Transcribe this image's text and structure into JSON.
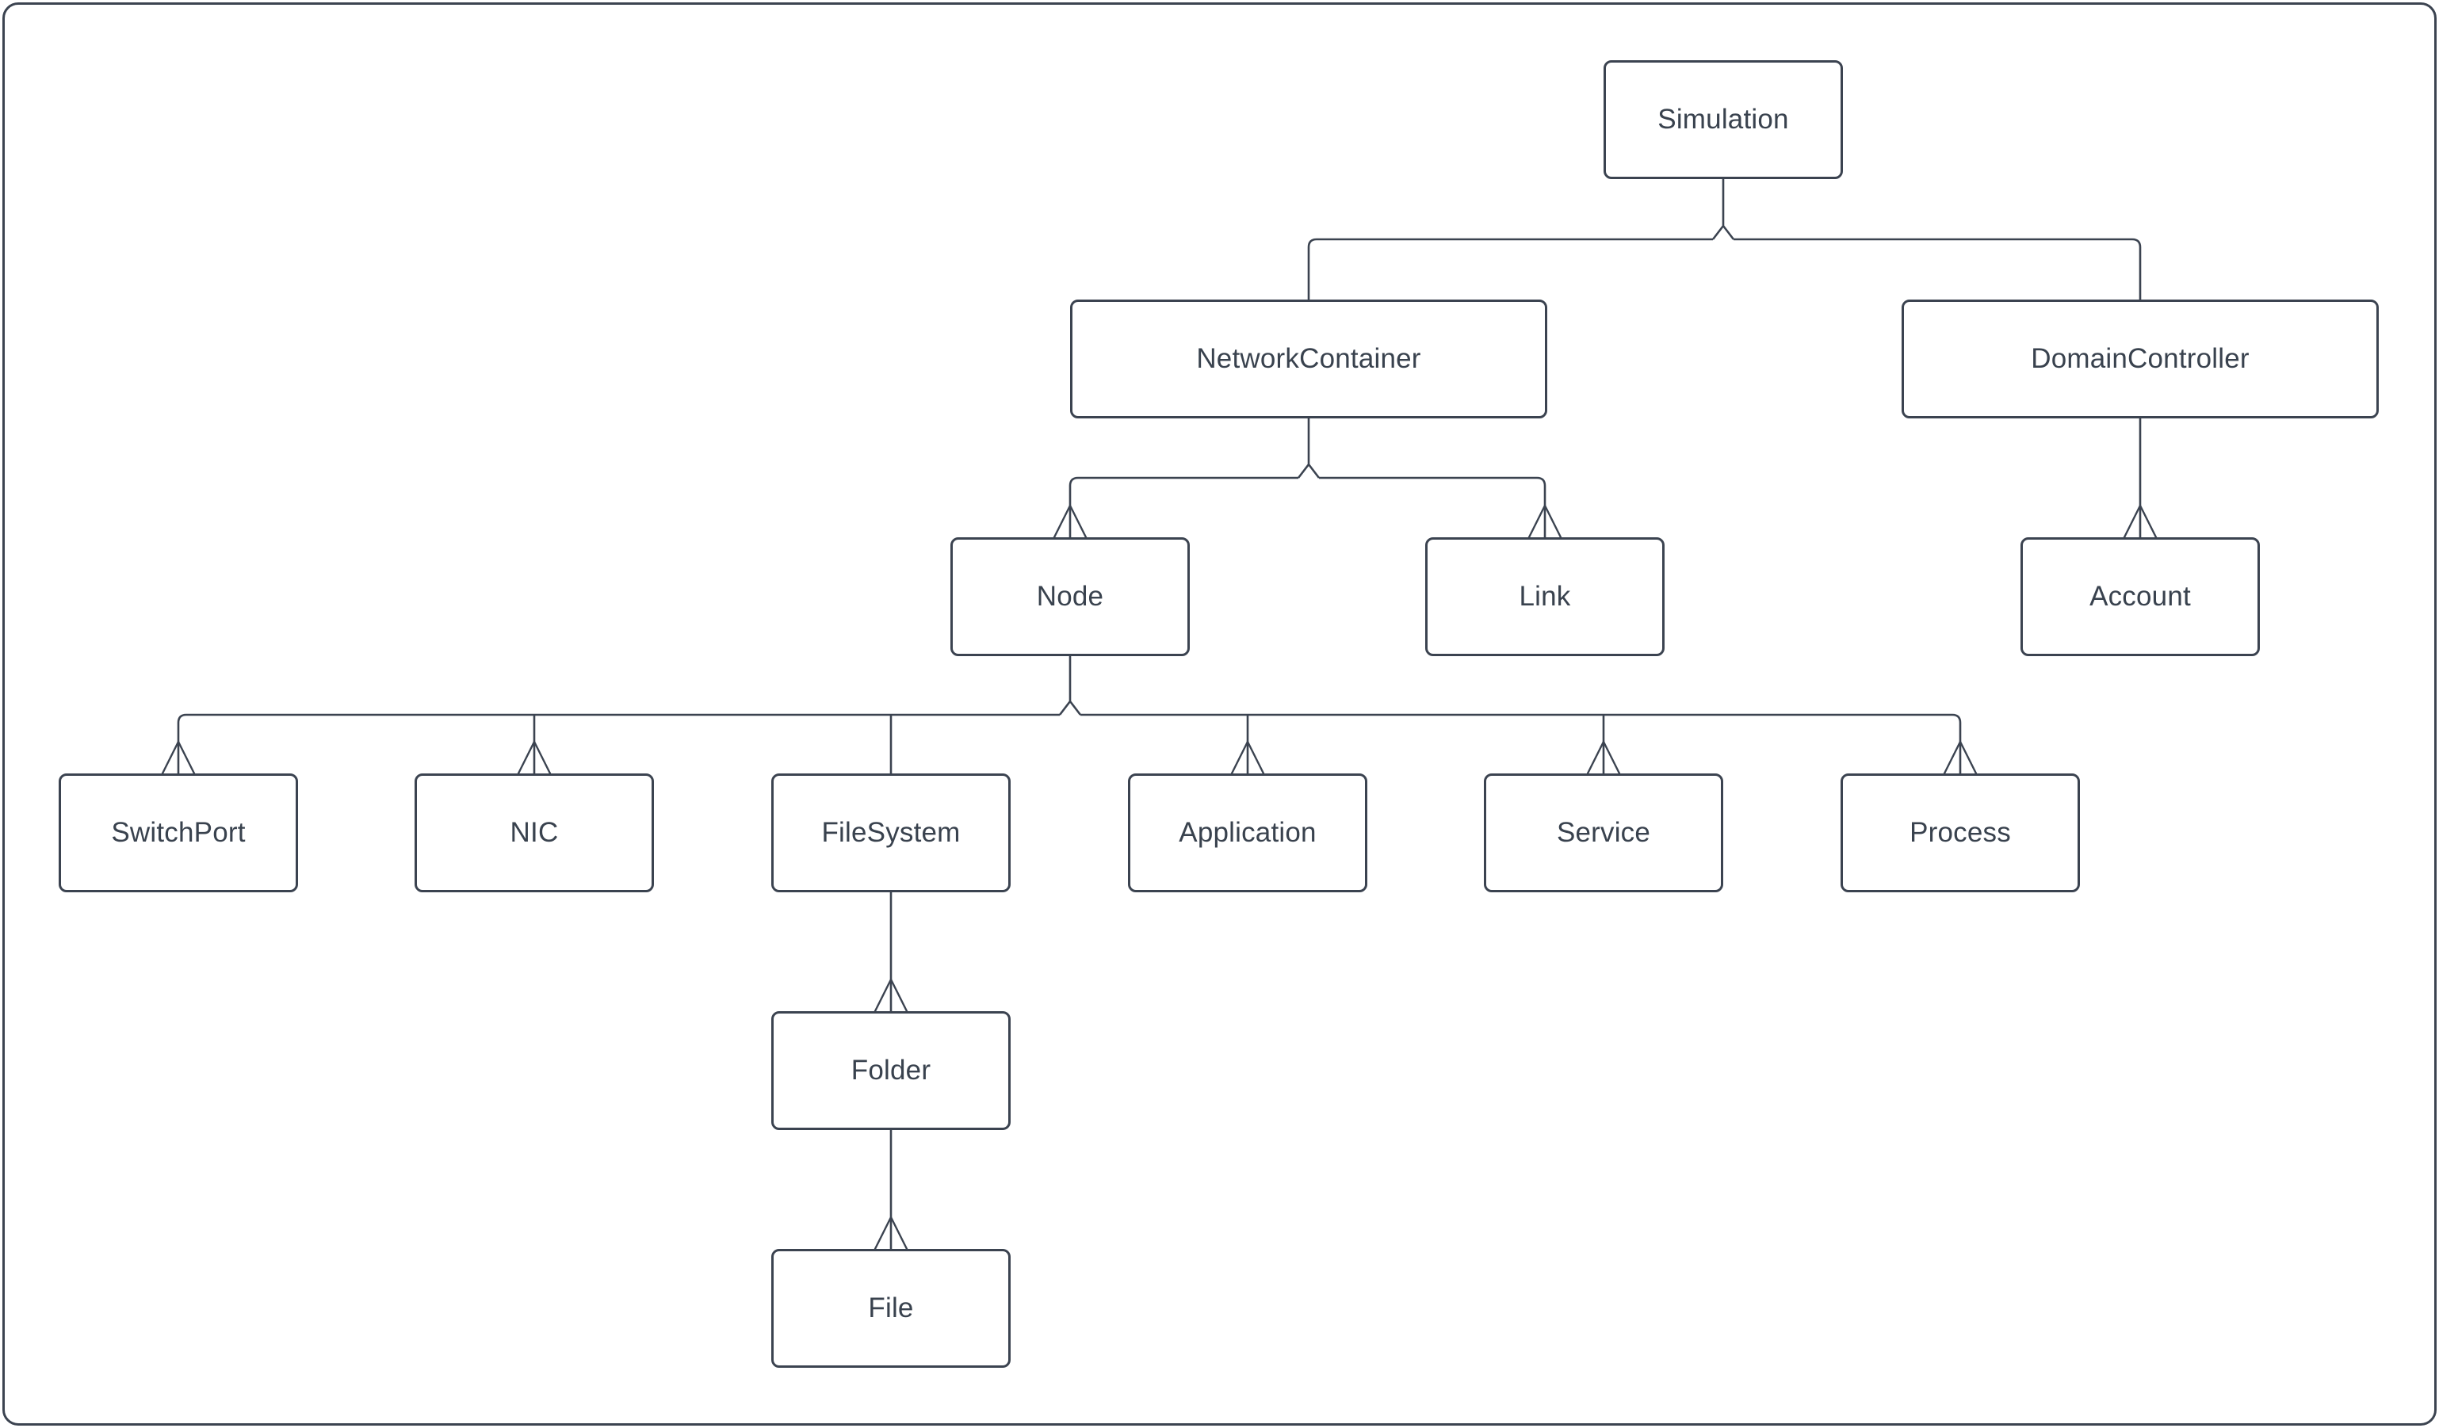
{
  "diagram": {
    "type": "tree-hierarchy",
    "colors": {
      "background": "#ffffff",
      "line": "#3b4350",
      "box_border": "#3b4350",
      "box_fill": "#ffffff",
      "text": "#39424e"
    },
    "nodes": {
      "simulation": {
        "label": "Simulation"
      },
      "networkContainer": {
        "label": "NetworkContainer"
      },
      "domainController": {
        "label": "DomainController"
      },
      "node": {
        "label": "Node"
      },
      "link": {
        "label": "Link"
      },
      "account": {
        "label": "Account"
      },
      "switchPort": {
        "label": "SwitchPort"
      },
      "nic": {
        "label": "NIC"
      },
      "fileSystem": {
        "label": "FileSystem"
      },
      "application": {
        "label": "Application"
      },
      "service": {
        "label": "Service"
      },
      "process": {
        "label": "Process"
      },
      "folder": {
        "label": "Folder"
      },
      "file": {
        "label": "File"
      }
    },
    "edges": [
      {
        "from": "Simulation",
        "to": "NetworkContainer",
        "arrowhead": false
      },
      {
        "from": "Simulation",
        "to": "DomainController",
        "arrowhead": false
      },
      {
        "from": "NetworkContainer",
        "to": "Node",
        "arrowhead": true
      },
      {
        "from": "NetworkContainer",
        "to": "Link",
        "arrowhead": true
      },
      {
        "from": "DomainController",
        "to": "Account",
        "arrowhead": true
      },
      {
        "from": "Node",
        "to": "SwitchPort",
        "arrowhead": true
      },
      {
        "from": "Node",
        "to": "NIC",
        "arrowhead": true
      },
      {
        "from": "Node",
        "to": "FileSystem",
        "arrowhead": false
      },
      {
        "from": "Node",
        "to": "Application",
        "arrowhead": true
      },
      {
        "from": "Node",
        "to": "Service",
        "arrowhead": true
      },
      {
        "from": "Node",
        "to": "Process",
        "arrowhead": true
      },
      {
        "from": "FileSystem",
        "to": "Folder",
        "arrowhead": true
      },
      {
        "from": "Folder",
        "to": "File",
        "arrowhead": true
      }
    ]
  }
}
